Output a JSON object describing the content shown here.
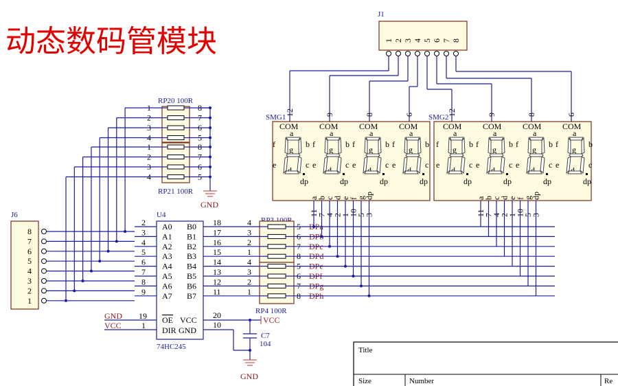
{
  "title": "动态数码管模块",
  "j1": {
    "ref": "J1",
    "pins": [
      "1",
      "2",
      "3",
      "4",
      "5",
      "6",
      "7",
      "8"
    ]
  },
  "j6": {
    "ref": "J6",
    "pins": [
      "8",
      "7",
      "6",
      "5",
      "4",
      "3",
      "2",
      "1"
    ]
  },
  "rp20": {
    "ref": "RP20 100R",
    "left": [
      "1",
      "2",
      "3",
      "4"
    ],
    "right": [
      "8",
      "7",
      "6",
      "5"
    ]
  },
  "rp21": {
    "ref": "RP21 100R",
    "left": [
      "1",
      "2",
      "3",
      "4"
    ],
    "right": [
      "8",
      "7",
      "6",
      "5"
    ]
  },
  "rp3": {
    "ref": "RP3  100R",
    "left": [
      "4",
      "3",
      "2",
      "1"
    ],
    "right": [
      "5",
      "6",
      "7",
      "8"
    ]
  },
  "rp4": {
    "ref": "RP4  100R",
    "left": [
      "4",
      "3",
      "2",
      "1"
    ],
    "right": [
      "5",
      "6",
      "7",
      "8"
    ]
  },
  "u4": {
    "ref": "U4",
    "part": "74HC245",
    "a_pins": [
      "2",
      "3",
      "4",
      "5",
      "6",
      "7",
      "8",
      "9"
    ],
    "a_names": [
      "A0",
      "A1",
      "A2",
      "A3",
      "A4",
      "A5",
      "A6",
      "A7"
    ],
    "b_names": [
      "B0",
      "B1",
      "B2",
      "B3",
      "B4",
      "B5",
      "B6",
      "B7"
    ],
    "b_pins": [
      "18",
      "17",
      "16",
      "15",
      "14",
      "13",
      "12",
      "11"
    ],
    "oe": "OE",
    "vcc": "VCC",
    "dir": "DIR",
    "gnd": "GND",
    "pin19": "19",
    "pin1": "1",
    "pin20": "20",
    "pin10": "10"
  },
  "nets": {
    "gnd": "GND",
    "vcc": "VCC",
    "dp": [
      "DPa",
      "DPb",
      "DPc",
      "DPd",
      "DPe",
      "DPf",
      "DPg",
      "DPh"
    ]
  },
  "c7": {
    "ref": "C7",
    "value": "104"
  },
  "smg1": {
    "ref": "SMG1",
    "com": "COM",
    "top_pins": [
      "12",
      "9",
      "8",
      "6"
    ]
  },
  "smg2": {
    "ref": "SMG2",
    "com": "COM",
    "top_pins": [
      "12",
      "9",
      "8",
      "6"
    ]
  },
  "seg_labels": {
    "a": "a",
    "b": "b",
    "c": "c",
    "d": "d",
    "e": "e",
    "f": "f",
    "g": "g",
    "dp": "dp"
  },
  "bottom_letters": [
    "a",
    "b",
    "c",
    "d",
    "e",
    "f",
    "g",
    "dp"
  ],
  "bottom_pins": [
    "11",
    "7",
    "4",
    "2",
    "1",
    "10",
    "5",
    "3"
  ],
  "titleblock": {
    "title": "Title",
    "size": "Size",
    "number": "Number",
    "rev": "Re"
  }
}
